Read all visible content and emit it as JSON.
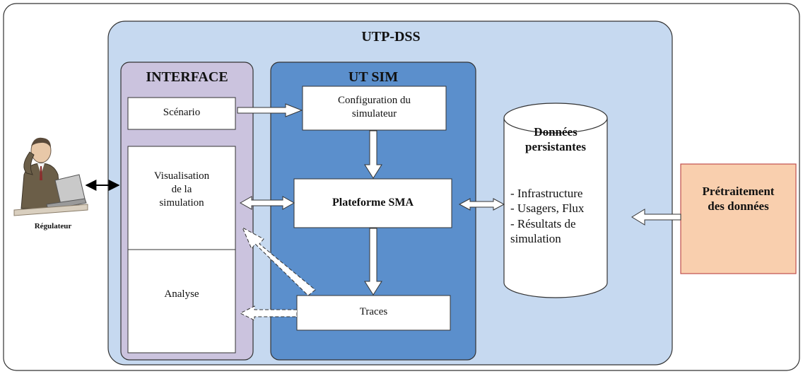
{
  "outer_system": {
    "title": "UTP-DSS"
  },
  "interface": {
    "title": "INTERFACE",
    "scenario": "Scénario",
    "visualisation": [
      "Visualisation",
      "de la",
      "simulation"
    ],
    "analyse": "Analyse"
  },
  "ut_sim": {
    "title": "UT SIM",
    "configuration": [
      "Configuration du",
      "simulateur"
    ],
    "plateforme": "Plateforme SMA",
    "traces": "Traces"
  },
  "database": {
    "title": [
      "Données",
      "persistantes"
    ],
    "items": [
      "- Infrastructure",
      "- Usagers, Flux",
      "- Résultats de",
      "simulation"
    ]
  },
  "preprocessing": {
    "title": [
      "Prétraitement",
      "des données"
    ]
  },
  "actor": {
    "label": "Régulateur",
    "icon": "user-at-computer-icon"
  },
  "colors": {
    "outer_fill": "#c6d9f0",
    "interface_fill": "#cbc3de",
    "utsim_fill": "#5b8fcc",
    "preprocessing_fill": "#f9cfae",
    "preprocessing_border": "#c0504d"
  }
}
